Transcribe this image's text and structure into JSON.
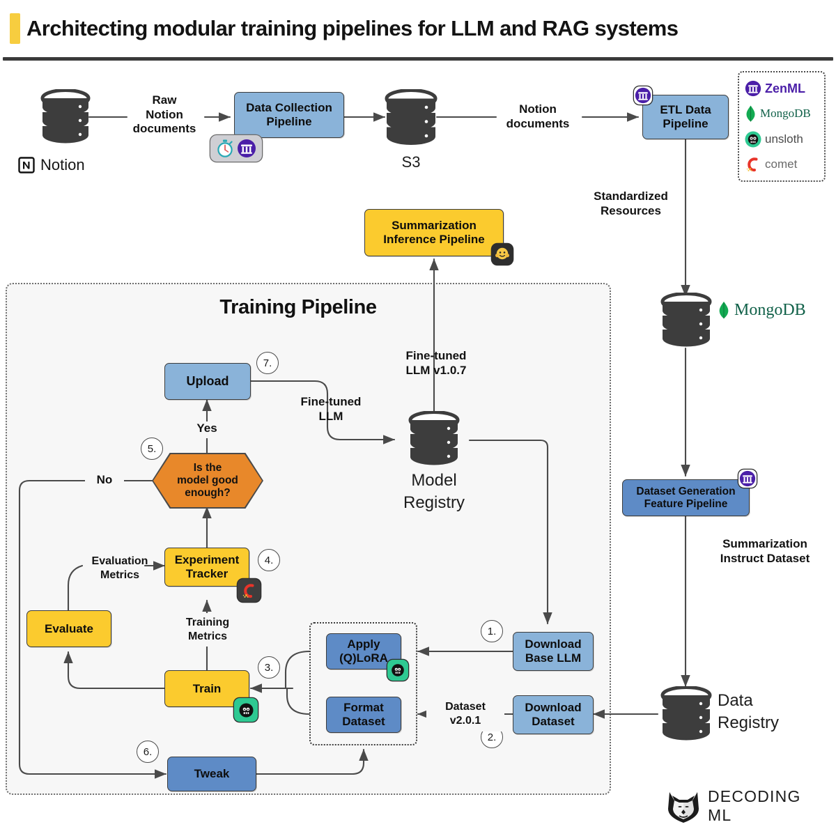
{
  "header": {
    "title": "Architecting modular training pipelines for LLM and RAG systems",
    "accent_color": "#f7cd3f",
    "rule_color": "#3a3a3a"
  },
  "colors": {
    "box_blue_light": "#8ab3d9",
    "box_blue_medium": "#5e8bc6",
    "box_yellow": "#fbcb2e",
    "decision_orange": "#e8882a",
    "group_background": "#f7f7f7",
    "database_dark": "#3d3d3d",
    "zenml_purple": "#4b1fa8",
    "mongodb_green": "#13aa52",
    "unsloth_green": "#2ec992",
    "comet_dark": "#3e3e3e"
  },
  "tech_legend": {
    "name": "Tech stack legend",
    "items": [
      {
        "label": "ZenML",
        "icon": "zenml-icon"
      },
      {
        "label": "MongoDB",
        "icon": "mongodb-icon"
      },
      {
        "label": "unsloth",
        "icon": "unsloth-icon"
      },
      {
        "label": "comet",
        "icon": "comet-icon"
      }
    ]
  },
  "data_sources": {
    "notion": {
      "label": "Notion",
      "icon": "notion-icon",
      "shape": "database-cylinder"
    },
    "s3": {
      "label": "S3",
      "shape": "database-cylinder"
    },
    "mongodb": {
      "label": "MongoDB",
      "icon": "mongodb-icon",
      "shape": "database-cylinder"
    },
    "model_registry": {
      "label": "Model\nRegistry",
      "shape": "database-cylinder"
    },
    "data_registry": {
      "label": "Data\nRegistry",
      "shape": "database-cylinder"
    }
  },
  "pipelines": {
    "data_collection": {
      "label": "Data Collection\nPipeline",
      "badges": [
        "stopwatch-icon",
        "zenml-icon"
      ]
    },
    "etl_data": {
      "label": "ETL Data\nPipeline",
      "badges": [
        "zenml-icon"
      ]
    },
    "dataset_generation": {
      "label": "Dataset Generation\nFeature Pipeline",
      "badges": [
        "zenml-icon"
      ]
    },
    "summarization_inference": {
      "label": "Summarization\nInference Pipeline",
      "badges": [
        "huggingface-icon"
      ]
    }
  },
  "training_pipeline": {
    "title": "Training Pipeline",
    "nodes": {
      "upload": {
        "label": "Upload",
        "step": "7.",
        "color": "box_blue_light"
      },
      "decision": {
        "label": "Is the\nmodel good\nenough?",
        "step": "5.",
        "color": "decision_orange"
      },
      "experiment": {
        "label": "Experiment\nTracker",
        "step": "4.",
        "color": "box_yellow",
        "badges": [
          "comet-icon"
        ]
      },
      "evaluate": {
        "label": "Evaluate",
        "step": "",
        "color": "box_yellow"
      },
      "train": {
        "label": "Train",
        "step": "3.",
        "color": "box_yellow",
        "badges": [
          "unsloth-icon"
        ]
      },
      "tweak": {
        "label": "Tweak",
        "step": "6.",
        "color": "box_blue_medium"
      },
      "apply_qlora": {
        "label": "Apply\n(Q)LoRA",
        "step": "",
        "color": "box_blue_medium",
        "badges": [
          "unsloth-icon"
        ]
      },
      "format_dataset": {
        "label": "Format\nDataset",
        "step": "",
        "color": "box_blue_medium"
      },
      "download_base_llm": {
        "label": "Download\nBase LLM",
        "step": "1.",
        "color": "box_blue_light"
      },
      "download_dataset": {
        "label": "Download\nDataset",
        "step": "2.",
        "color": "box_blue_light"
      }
    }
  },
  "edge_labels": {
    "raw_notion_documents": "Raw\nNotion\ndocuments",
    "notion_documents": "Notion\ndocuments",
    "standardized_resources": "Standardized\nResources",
    "summarization_instruct_dataset": "Summarization\nInstruct Dataset",
    "fine_tuned_llm_versioned": "Fine-tuned\nLLM v1.0.7",
    "fine_tuned_llm": "Fine-tuned\nLLM",
    "dataset_version": "Dataset\nv2.0.1",
    "evaluation_metrics": "Evaluation\nMetrics",
    "training_metrics": "Training\nMetrics",
    "decision_yes": "Yes",
    "decision_no": "No"
  },
  "footer": {
    "brand": "DECODING ML",
    "icon": "wolf-head-icon"
  }
}
